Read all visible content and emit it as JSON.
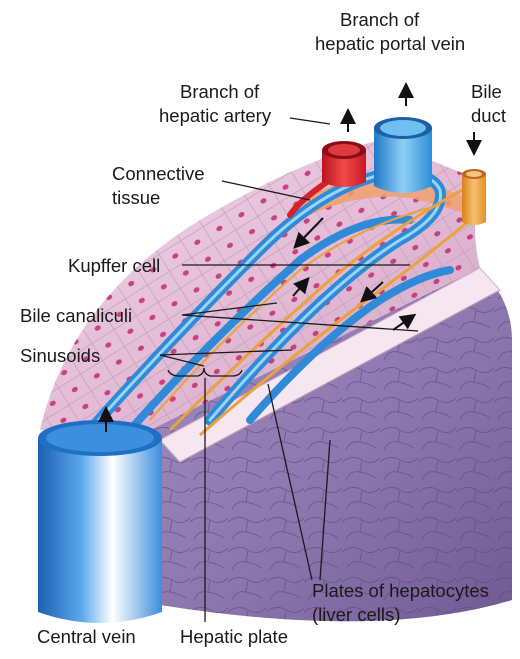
{
  "labels": {
    "portal_vein_line1": "Branch of",
    "portal_vein_line2": "hepatic portal vein",
    "hepatic_artery_line1": "Branch of",
    "hepatic_artery_line2": "hepatic artery",
    "bile_duct_line1": "Bile",
    "bile_duct_line2": "duct",
    "connective_tissue_line1": "Connective",
    "connective_tissue_line2": "tissue",
    "kupffer_cell": "Kupffer cell",
    "bile_canaliculi": "Bile canaliculi",
    "sinusoids": "Sinusoids",
    "plates_line1": "Plates of hepatocytes",
    "plates_line2": "(liver cells)",
    "central_vein": "Central vein",
    "hepatic_plate": "Hepatic plate"
  },
  "colors": {
    "portal_vein": "#2a8fd8",
    "hepatic_artery": "#d8202a",
    "bile_duct": "#e8962a",
    "hepatocyte_plate": "#e8c6de",
    "nucleus": "#c42a6e",
    "lobule_tissue": "#8e78ae",
    "central_vein": "#1f6fc4"
  }
}
